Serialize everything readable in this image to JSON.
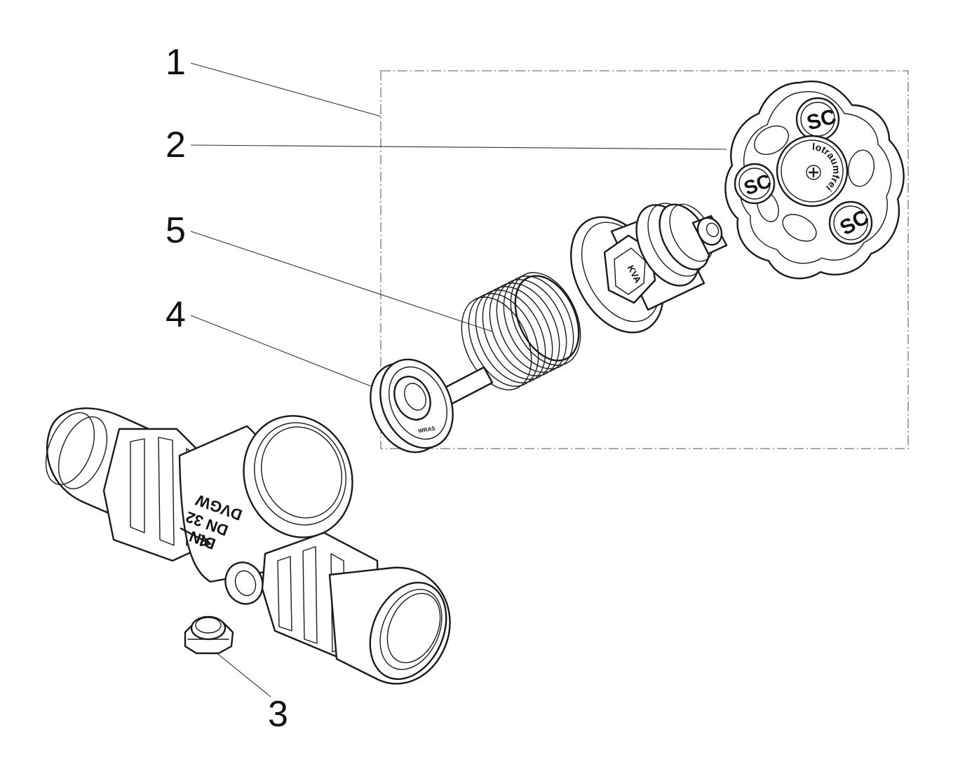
{
  "callouts": [
    {
      "id": "1",
      "label": "1"
    },
    {
      "id": "2",
      "label": "2"
    },
    {
      "id": "3",
      "label": "3"
    },
    {
      "id": "4",
      "label": "4"
    },
    {
      "id": "5",
      "label": "5"
    }
  ],
  "markings": {
    "body_line1": "DVGW",
    "body_line2": "DN 32",
    "body_line3": "DIN",
    "bonnet": "KVA",
    "disc": "WRAS",
    "handwheel_ring": "lotraumfrei",
    "handwheel_logo": "SC"
  }
}
